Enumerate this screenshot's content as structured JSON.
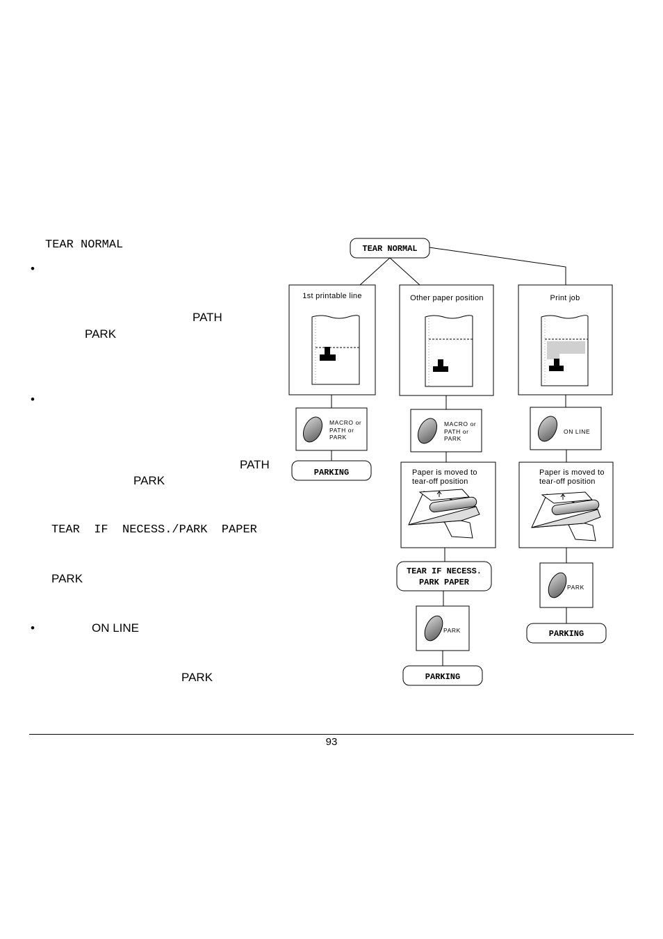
{
  "left_text": {
    "tear_normal": "TEAR NORMAL",
    "bullet": "•",
    "path_1": "PATH",
    "park_1": "PARK",
    "path_2": "PATH",
    "park_2": "PARK",
    "tear_if_necess": "TEAR  IF  NECESS./PARK  PAPER",
    "park_3": "PARK",
    "on_line": "ON LINE",
    "park_4": "PARK"
  },
  "diagram": {
    "top_node": "TEAR NORMAL",
    "columns": [
      {
        "header": "1st printable line",
        "key_lines": [
          "MACRO or",
          "PATH or",
          "PARK"
        ],
        "result": "PARKING"
      },
      {
        "header": "Other paper position",
        "key_lines": [
          "MACRO or",
          "PATH or",
          "PARK"
        ],
        "moved_lines": [
          "Paper is moved to",
          "tear-off position"
        ],
        "decision_lines": [
          "TEAR IF NECESS.",
          "PARK PAPER"
        ],
        "key2": "PARK",
        "result": "PARKING"
      },
      {
        "header": "Print job",
        "key_lines": [
          "ON LINE"
        ],
        "moved_lines": [
          "Paper is moved to",
          "tear-off position"
        ],
        "key2": "PARK",
        "result": "PARKING"
      }
    ]
  },
  "footer": {
    "page_number": "93"
  }
}
